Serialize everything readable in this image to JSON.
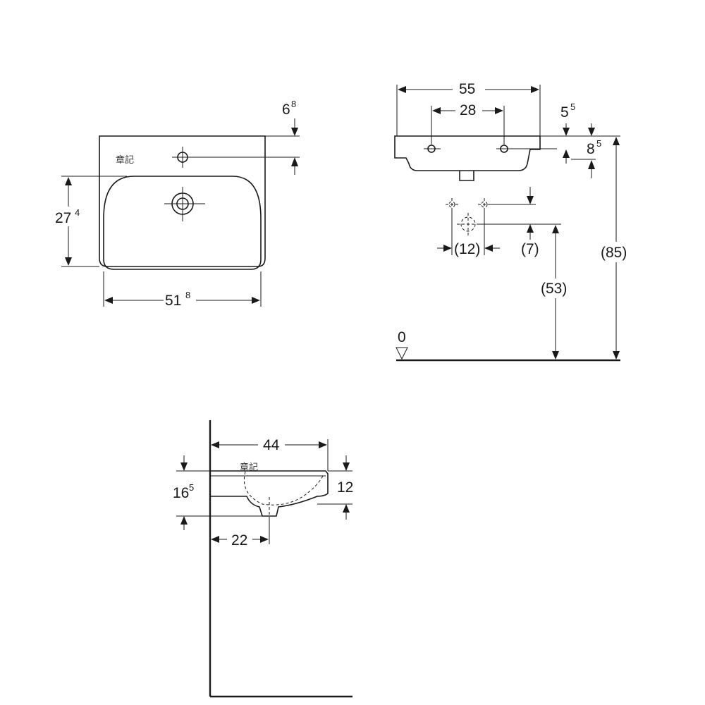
{
  "brand_mark": "章記",
  "top_view": {
    "width_main": "51",
    "width_sup": "8",
    "depth_main": "27",
    "depth_sup": "4",
    "hole_offset_main": "6",
    "hole_offset_sup": "8"
  },
  "front_view": {
    "total_width": "55",
    "hole_spacing": "28",
    "rim_main": "5",
    "rim_sup": "5",
    "thickness_main": "8",
    "thickness_sup": "5",
    "waste_spacing": "(12)",
    "waste_drop": "(7)",
    "waste_height": "(53)",
    "rim_height": "(85)",
    "floor_label": "0"
  },
  "side_view": {
    "projection": "44",
    "depth": "12",
    "total_height_main": "16",
    "total_height_sup": "5",
    "drain_offset": "22"
  }
}
